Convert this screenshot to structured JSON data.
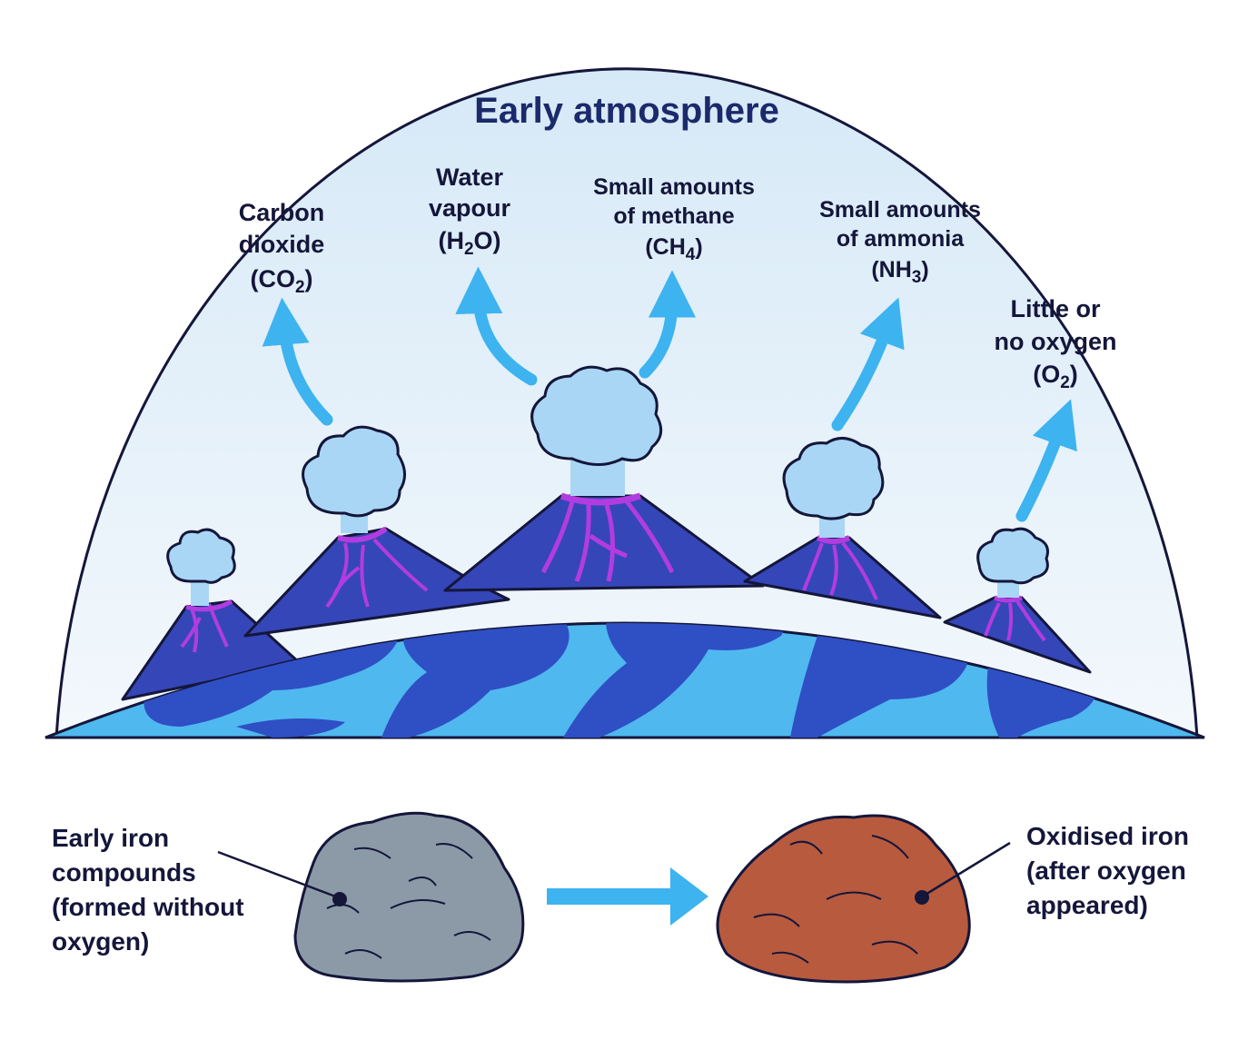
{
  "title": "Early atmosphere",
  "gases": [
    {
      "line1": "Carbon",
      "line2": "dioxide",
      "formula_pre": "(CO",
      "formula_sub": "2",
      "formula_post": ")"
    },
    {
      "line1": "Water",
      "line2": "vapour",
      "formula_pre": "(H",
      "formula_sub": "2",
      "formula_post": "O)"
    },
    {
      "line1": "Small amounts",
      "line2": "of methane",
      "formula_pre": "(CH",
      "formula_sub": "4",
      "formula_post": ")"
    },
    {
      "line1": "Small amounts",
      "line2": "of ammonia",
      "formula_pre": "(NH",
      "formula_sub": "3",
      "formula_post": ")"
    },
    {
      "line1": "Little or",
      "line2": "no oxygen",
      "formula_pre": "(O",
      "formula_sub": "2",
      "formula_post": ")"
    }
  ],
  "rocks": {
    "left_label": [
      "Early iron",
      "compounds",
      "(formed without",
      "oxygen)"
    ],
    "right_label": [
      "Oxidised iron",
      "(after oxygen",
      "appeared)"
    ]
  },
  "colors": {
    "sky": "#dcecf8",
    "ocean": "#4fb8ef",
    "land": "#2f4fc4",
    "volcano": "#3546b8",
    "lava": "#b23ce0",
    "smoke": "#a9d6f5",
    "arrow": "#3db3f0",
    "outline": "#14163a",
    "grey_rock": "#8c9aa8",
    "red_rock": "#b85a3e"
  }
}
